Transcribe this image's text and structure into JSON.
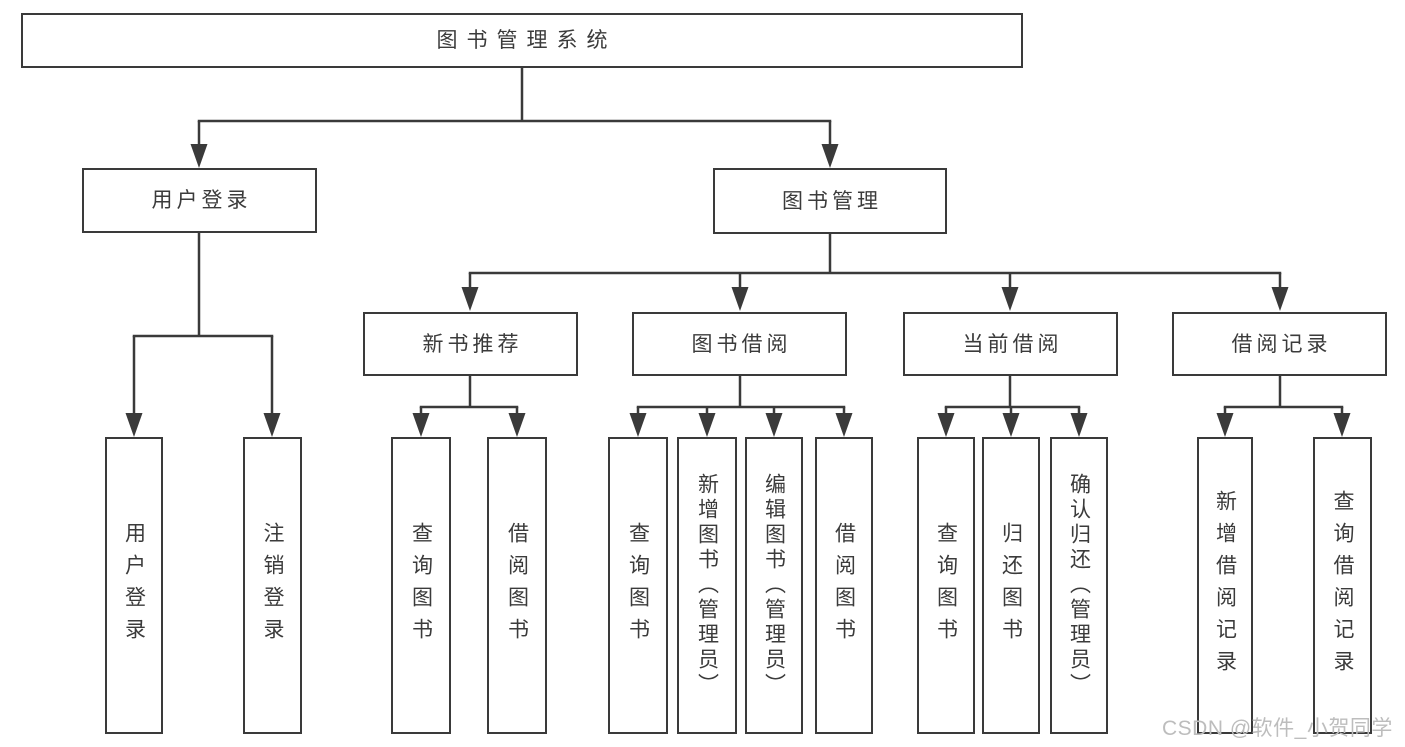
{
  "root": {
    "label": "图书管理系统"
  },
  "branches": [
    {
      "label": "用户登录",
      "children": [
        {
          "label": "用户登录"
        },
        {
          "label": "注销登录"
        }
      ]
    },
    {
      "label": "图书管理",
      "children": [
        {
          "label": "新书推荐",
          "children": [
            {
              "label": "查询图书"
            },
            {
              "label": "借阅图书"
            }
          ]
        },
        {
          "label": "图书借阅",
          "children": [
            {
              "label": "查询图书"
            },
            {
              "label": "新增图书（管理员）"
            },
            {
              "label": "编辑图书（管理员）"
            },
            {
              "label": "借阅图书"
            }
          ]
        },
        {
          "label": "当前借阅",
          "children": [
            {
              "label": "查询图书"
            },
            {
              "label": "归还图书"
            },
            {
              "label": "确认归还（管理员）"
            }
          ]
        },
        {
          "label": "借阅记录",
          "children": [
            {
              "label": "新增借阅记录"
            },
            {
              "label": "查询借阅记录"
            }
          ]
        }
      ]
    }
  ],
  "watermark": {
    "text": "CSDN @软件_小贺同学"
  },
  "colors": {
    "line": "#3a3a3a",
    "border": "#3a3a3a",
    "text": "#3b3b3b",
    "watermark_text": "#bdbdbd",
    "background": "#ffffff"
  }
}
